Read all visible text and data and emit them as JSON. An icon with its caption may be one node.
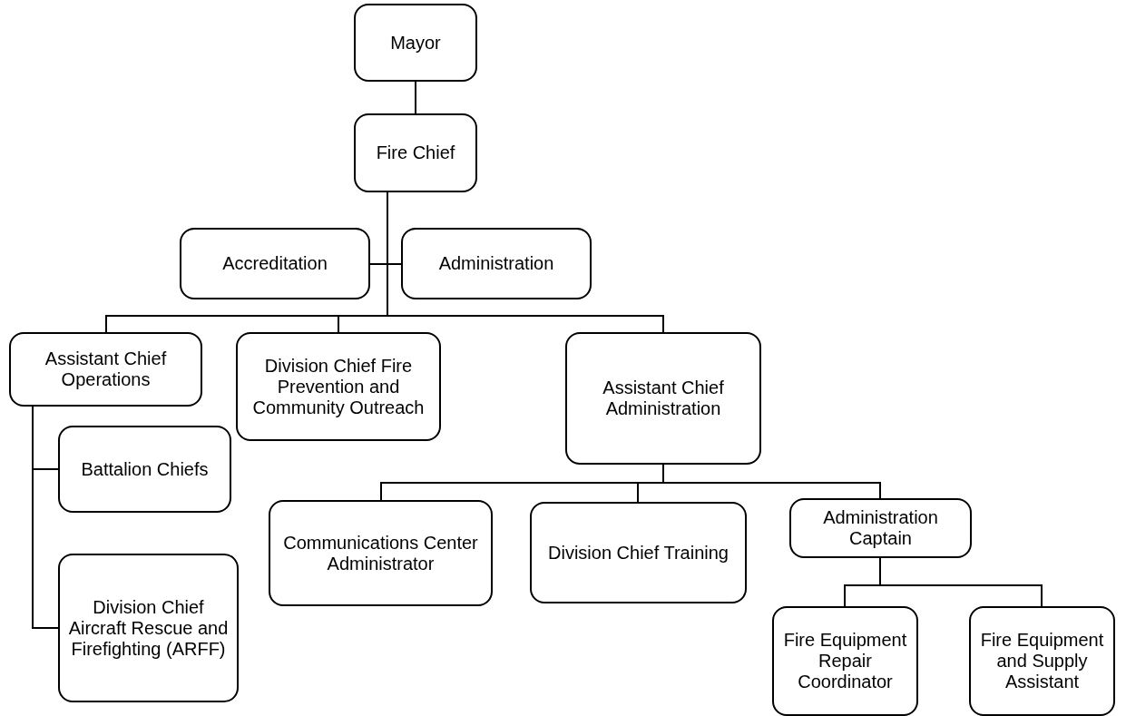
{
  "diagram": {
    "nodes": [
      {
        "text": [
          "Mayor"
        ]
      },
      {
        "text": [
          "Fire Chief"
        ]
      },
      {
        "text": [
          "Accreditation"
        ]
      },
      {
        "text": [
          "Administration"
        ]
      },
      {
        "text": [
          "Assistant Chief Operations"
        ]
      },
      {
        "text": [
          "Division Chief Fire Prevention and Community Outreach"
        ]
      },
      {
        "text": [
          "Assistant Chief Administration"
        ]
      },
      {
        "text": [
          "Battalion Chiefs"
        ]
      },
      {
        "text": [
          "Division Chief Aircraft Rescue and Firefighting (ARFF)"
        ]
      },
      {
        "text": [
          "Communications Center Administrator"
        ]
      },
      {
        "text": [
          "Division Chief Training"
        ]
      },
      {
        "text": [
          "Administration Captain"
        ]
      },
      {
        "text": [
          "Fire Equipment Repair Coordinator"
        ]
      },
      {
        "text": [
          "Fire Equipment and Supply Assistant"
        ]
      }
    ],
    "edges": [
      {
        "from": 0,
        "to": 1,
        "arrow": "none"
      },
      {
        "from": 1,
        "to": 2,
        "arrow": "none"
      },
      {
        "from": 1,
        "to": 3,
        "arrow": "none"
      },
      {
        "from": 1,
        "to": 4,
        "arrow": "none"
      },
      {
        "from": 1,
        "to": 5,
        "arrow": "none"
      },
      {
        "from": 1,
        "to": 6,
        "arrow": "none"
      },
      {
        "from": 4,
        "to": 7,
        "arrow": "none"
      },
      {
        "from": 4,
        "to": 8,
        "arrow": "none"
      },
      {
        "from": 6,
        "to": 9,
        "arrow": "none"
      },
      {
        "from": 6,
        "to": 10,
        "arrow": "none"
      },
      {
        "from": 6,
        "to": 11,
        "arrow": "none"
      },
      {
        "from": 11,
        "to": 12,
        "arrow": "none"
      },
      {
        "from": 11,
        "to": 13,
        "arrow": "none"
      }
    ]
  }
}
